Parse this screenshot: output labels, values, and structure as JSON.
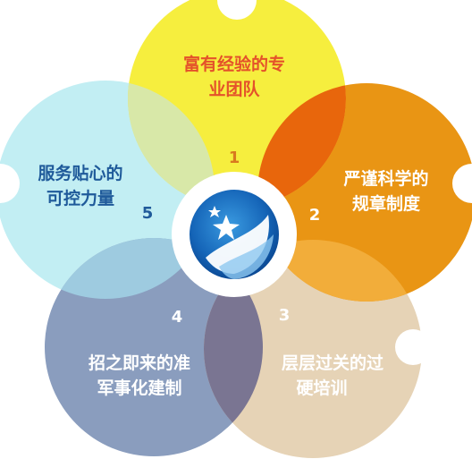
{
  "diagram": {
    "center_logo": "logo-emblem",
    "petals": [
      {
        "number": "1",
        "line1": "富有经验的专",
        "line2": "业团队",
        "fill": "#f6ee3e",
        "text_color": "#e4522a",
        "num_color": "#d8791f"
      },
      {
        "number": "2",
        "line1": "严谨科学的",
        "line2": "规章制度",
        "fill": "#e99514",
        "text_color": "#ffffff",
        "num_color": "#ffffff"
      },
      {
        "number": "3",
        "line1": "层层过关的过",
        "line2": "硬培训",
        "fill": "#e6d3b6",
        "text_color": "#ffffff",
        "num_color": "#ffffff"
      },
      {
        "number": "4",
        "line1": "招之即来的准",
        "line2": "军事化建制",
        "fill": "#8a9dbe",
        "text_color": "#ffffff",
        "num_color": "#ffffff"
      },
      {
        "number": "5",
        "line1": "服务贴心的",
        "line2": "可控力量",
        "fill": "#c2eef3",
        "text_color": "#1f5a9a",
        "num_color": "#1f5a9a"
      }
    ]
  }
}
